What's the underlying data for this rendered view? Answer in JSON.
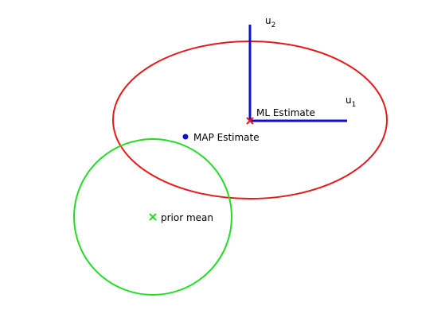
{
  "colors": {
    "likelihood_ellipse": "#e41a1c",
    "prior_circle": "#22dd22",
    "eigenvectors": "#1010cc",
    "ml_marker": "#e41a1c",
    "map_marker": "#1010cc",
    "prior_marker": "#22dd22",
    "text": "#000000"
  },
  "labels": {
    "u2_base": "u",
    "u2_sub": "2",
    "u1_base": "u",
    "u1_sub": "1",
    "ml_estimate": "ML Estimate",
    "map_estimate": "MAP Estimate",
    "prior_mean": "prior mean"
  },
  "markers": {
    "ml": "x-mark",
    "map": "dot",
    "prior": "x-mark"
  }
}
